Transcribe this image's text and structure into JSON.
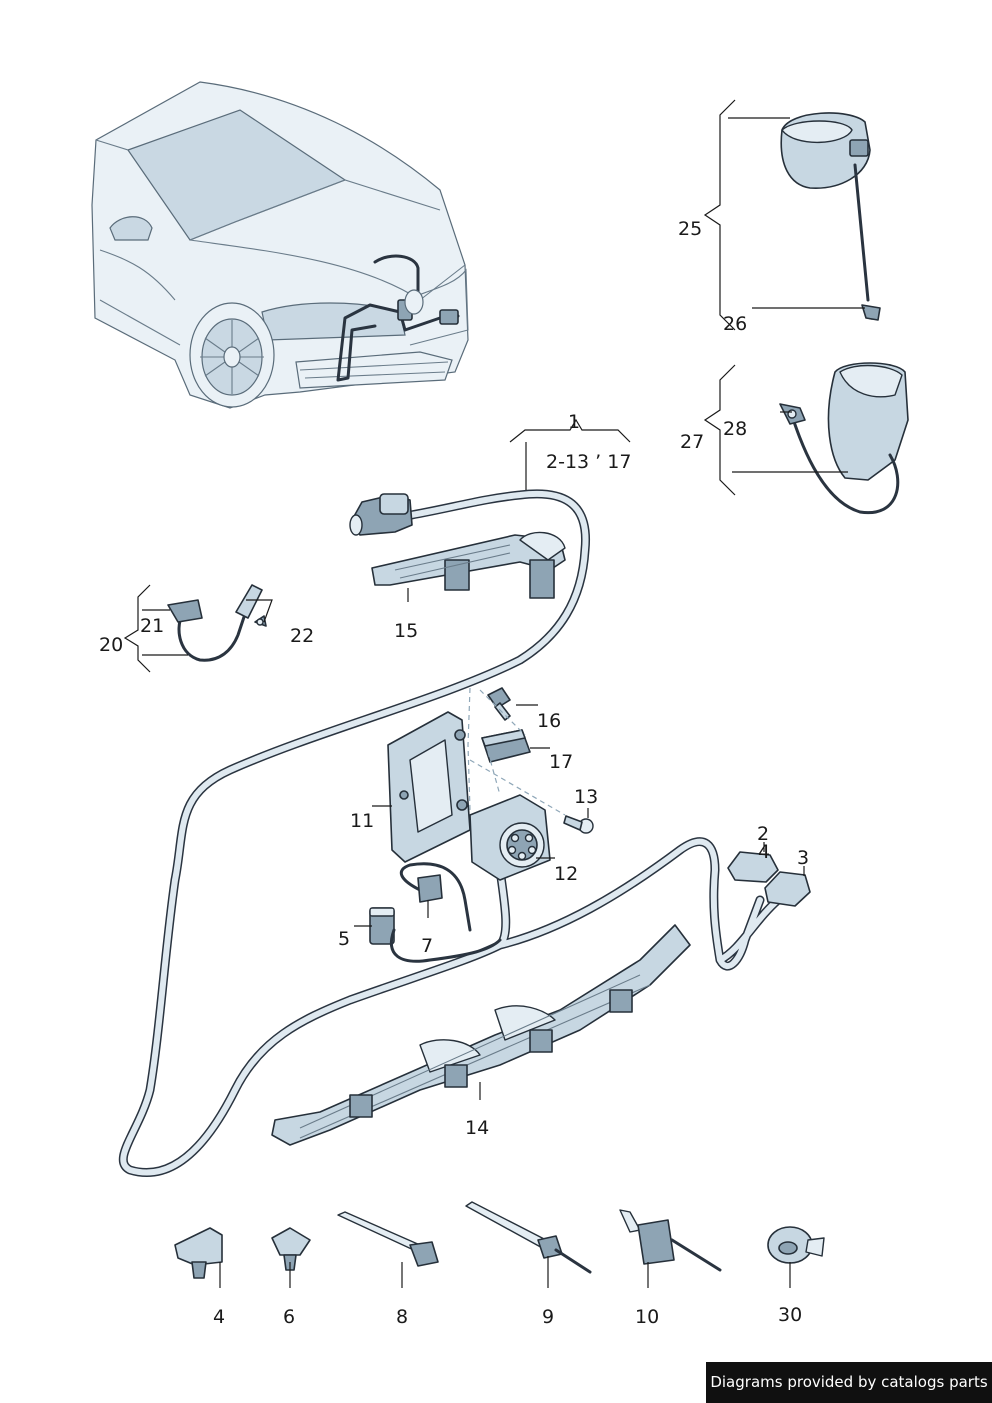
{
  "labels": {
    "l1": "1",
    "l1_range": "2-13  ’ 17",
    "l2": "2",
    "l3": "3",
    "l4": "4",
    "l4b": "4",
    "l5": "5",
    "l6": "6",
    "l7": "7",
    "l8": "8",
    "l9": "9",
    "l10": "10",
    "l11": "11",
    "l12": "12",
    "l13": "13",
    "l14": "14",
    "l15": "15",
    "l16": "16",
    "l17": "17",
    "l20": "20",
    "l21": "21",
    "l22": "22",
    "l25": "25",
    "l26": "26",
    "l27": "27",
    "l28": "28",
    "l30": "30"
  },
  "credit": "Diagrams provided by catalogs parts"
}
